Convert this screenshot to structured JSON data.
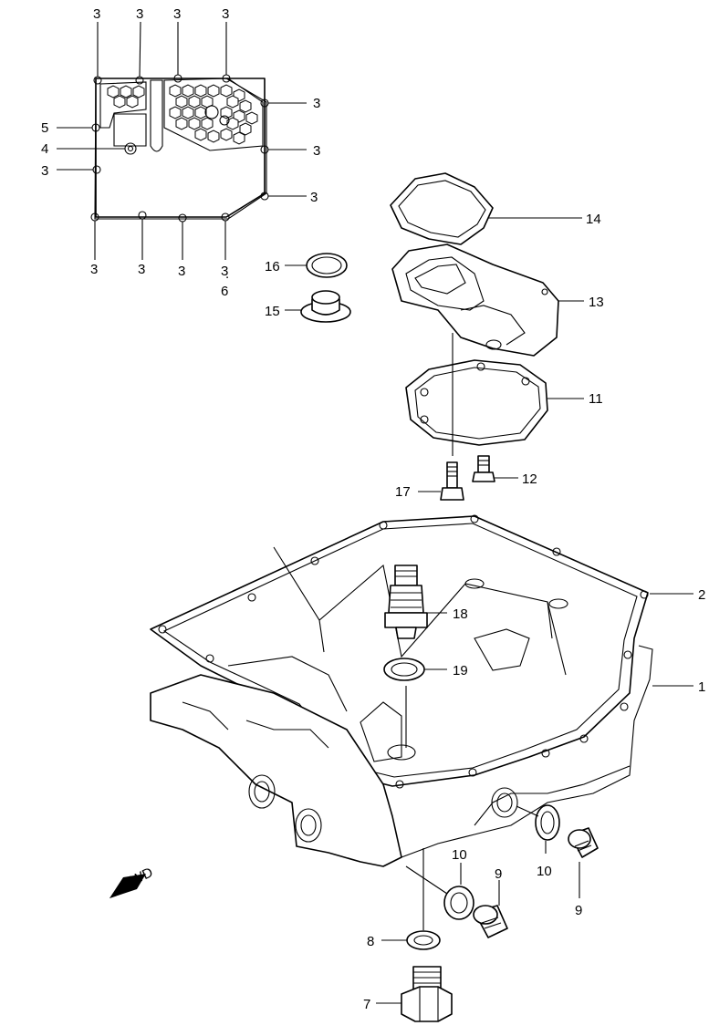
{
  "callouts": {
    "c1": "1",
    "c2": "2",
    "c3": "3",
    "c5": "5",
    "c4": "4",
    "c6": "6",
    "c7": "7",
    "c8": "8",
    "c9": "9",
    "c10": "10",
    "c11": "11",
    "c12": "12",
    "c13": "13",
    "c14": "14",
    "c15": "15",
    "c16": "16",
    "c17": "17",
    "c18": "18",
    "c19": "19"
  },
  "fwd_label": "FWD",
  "colors": {
    "line": "#000000",
    "background": "#ffffff"
  }
}
